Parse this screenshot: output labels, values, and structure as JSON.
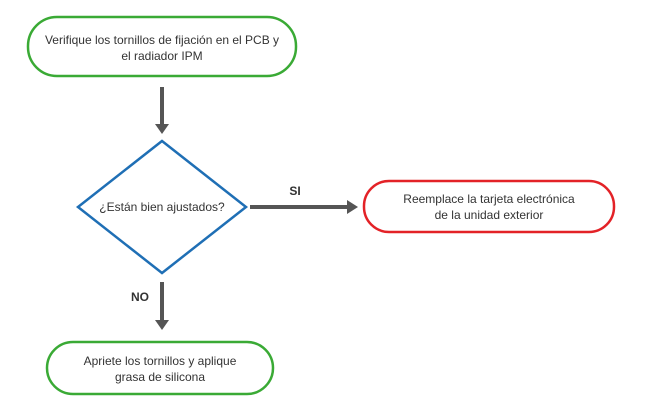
{
  "colors": {
    "process_border": "#3aaa35",
    "decision_border": "#1f6fb5",
    "terminal_border": "#e32227",
    "arrow": "#555555",
    "text": "#333333"
  },
  "nodes": {
    "verify": {
      "line1": "Verifique los tornillos de fijación en el PCB y",
      "line2": "el radiador IPM"
    },
    "decision": {
      "label": "¿Están bien ajustados?"
    },
    "replace": {
      "line1": "Reemplace la tarjeta electrónica",
      "line2": "de la unidad exterior"
    },
    "tighten": {
      "line1": "Apriete los tornillos y aplique",
      "line2": "grasa de silicona"
    }
  },
  "edges": {
    "yes_label": "SI",
    "no_label": "NO"
  }
}
